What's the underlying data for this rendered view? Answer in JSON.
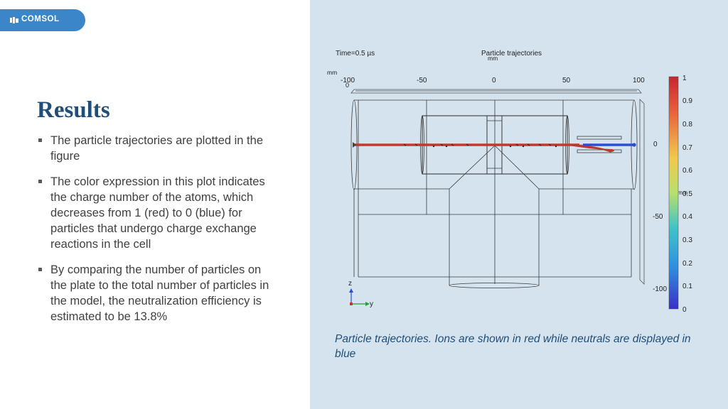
{
  "brand": {
    "name": "COMSOL"
  },
  "slide": {
    "title": "Results",
    "bullets": [
      "The particle trajectories are plotted in the figure",
      "The color expression in this plot indicates the charge number of the atoms, which decreases from 1 (red) to 0 (blue) for particles that undergo charge exchange reactions in the cell",
      "By comparing the number of particles on the plate to the total number of particles in the model, the neutralization efficiency is estimated to be 13.8%"
    ]
  },
  "figure": {
    "time_label": "Time=0.5 µs",
    "title": "Particle trajectories",
    "unit": "mm",
    "top_axis_ticks": [
      "-100",
      "-50",
      "0",
      "50",
      "100"
    ],
    "top_axis_zero": "0",
    "side_axis_ticks": [
      "0",
      "-50",
      "-100"
    ],
    "colorbar_ticks": [
      "1",
      "0.9",
      "0.8",
      "0.7",
      "0.6",
      "0.5",
      "0.4",
      "0.3",
      "0.2",
      "0.1",
      "0"
    ],
    "axis_triad": {
      "z": "z",
      "y": "y"
    },
    "caption": "Particle trajectories. Ions are shown in red while neutrals are displayed in blue",
    "colors": {
      "ions": "#c0392b",
      "neutrals": "#2b4fd0",
      "panel_bg": "#d5e3ee",
      "title": "#1f4e79"
    }
  }
}
